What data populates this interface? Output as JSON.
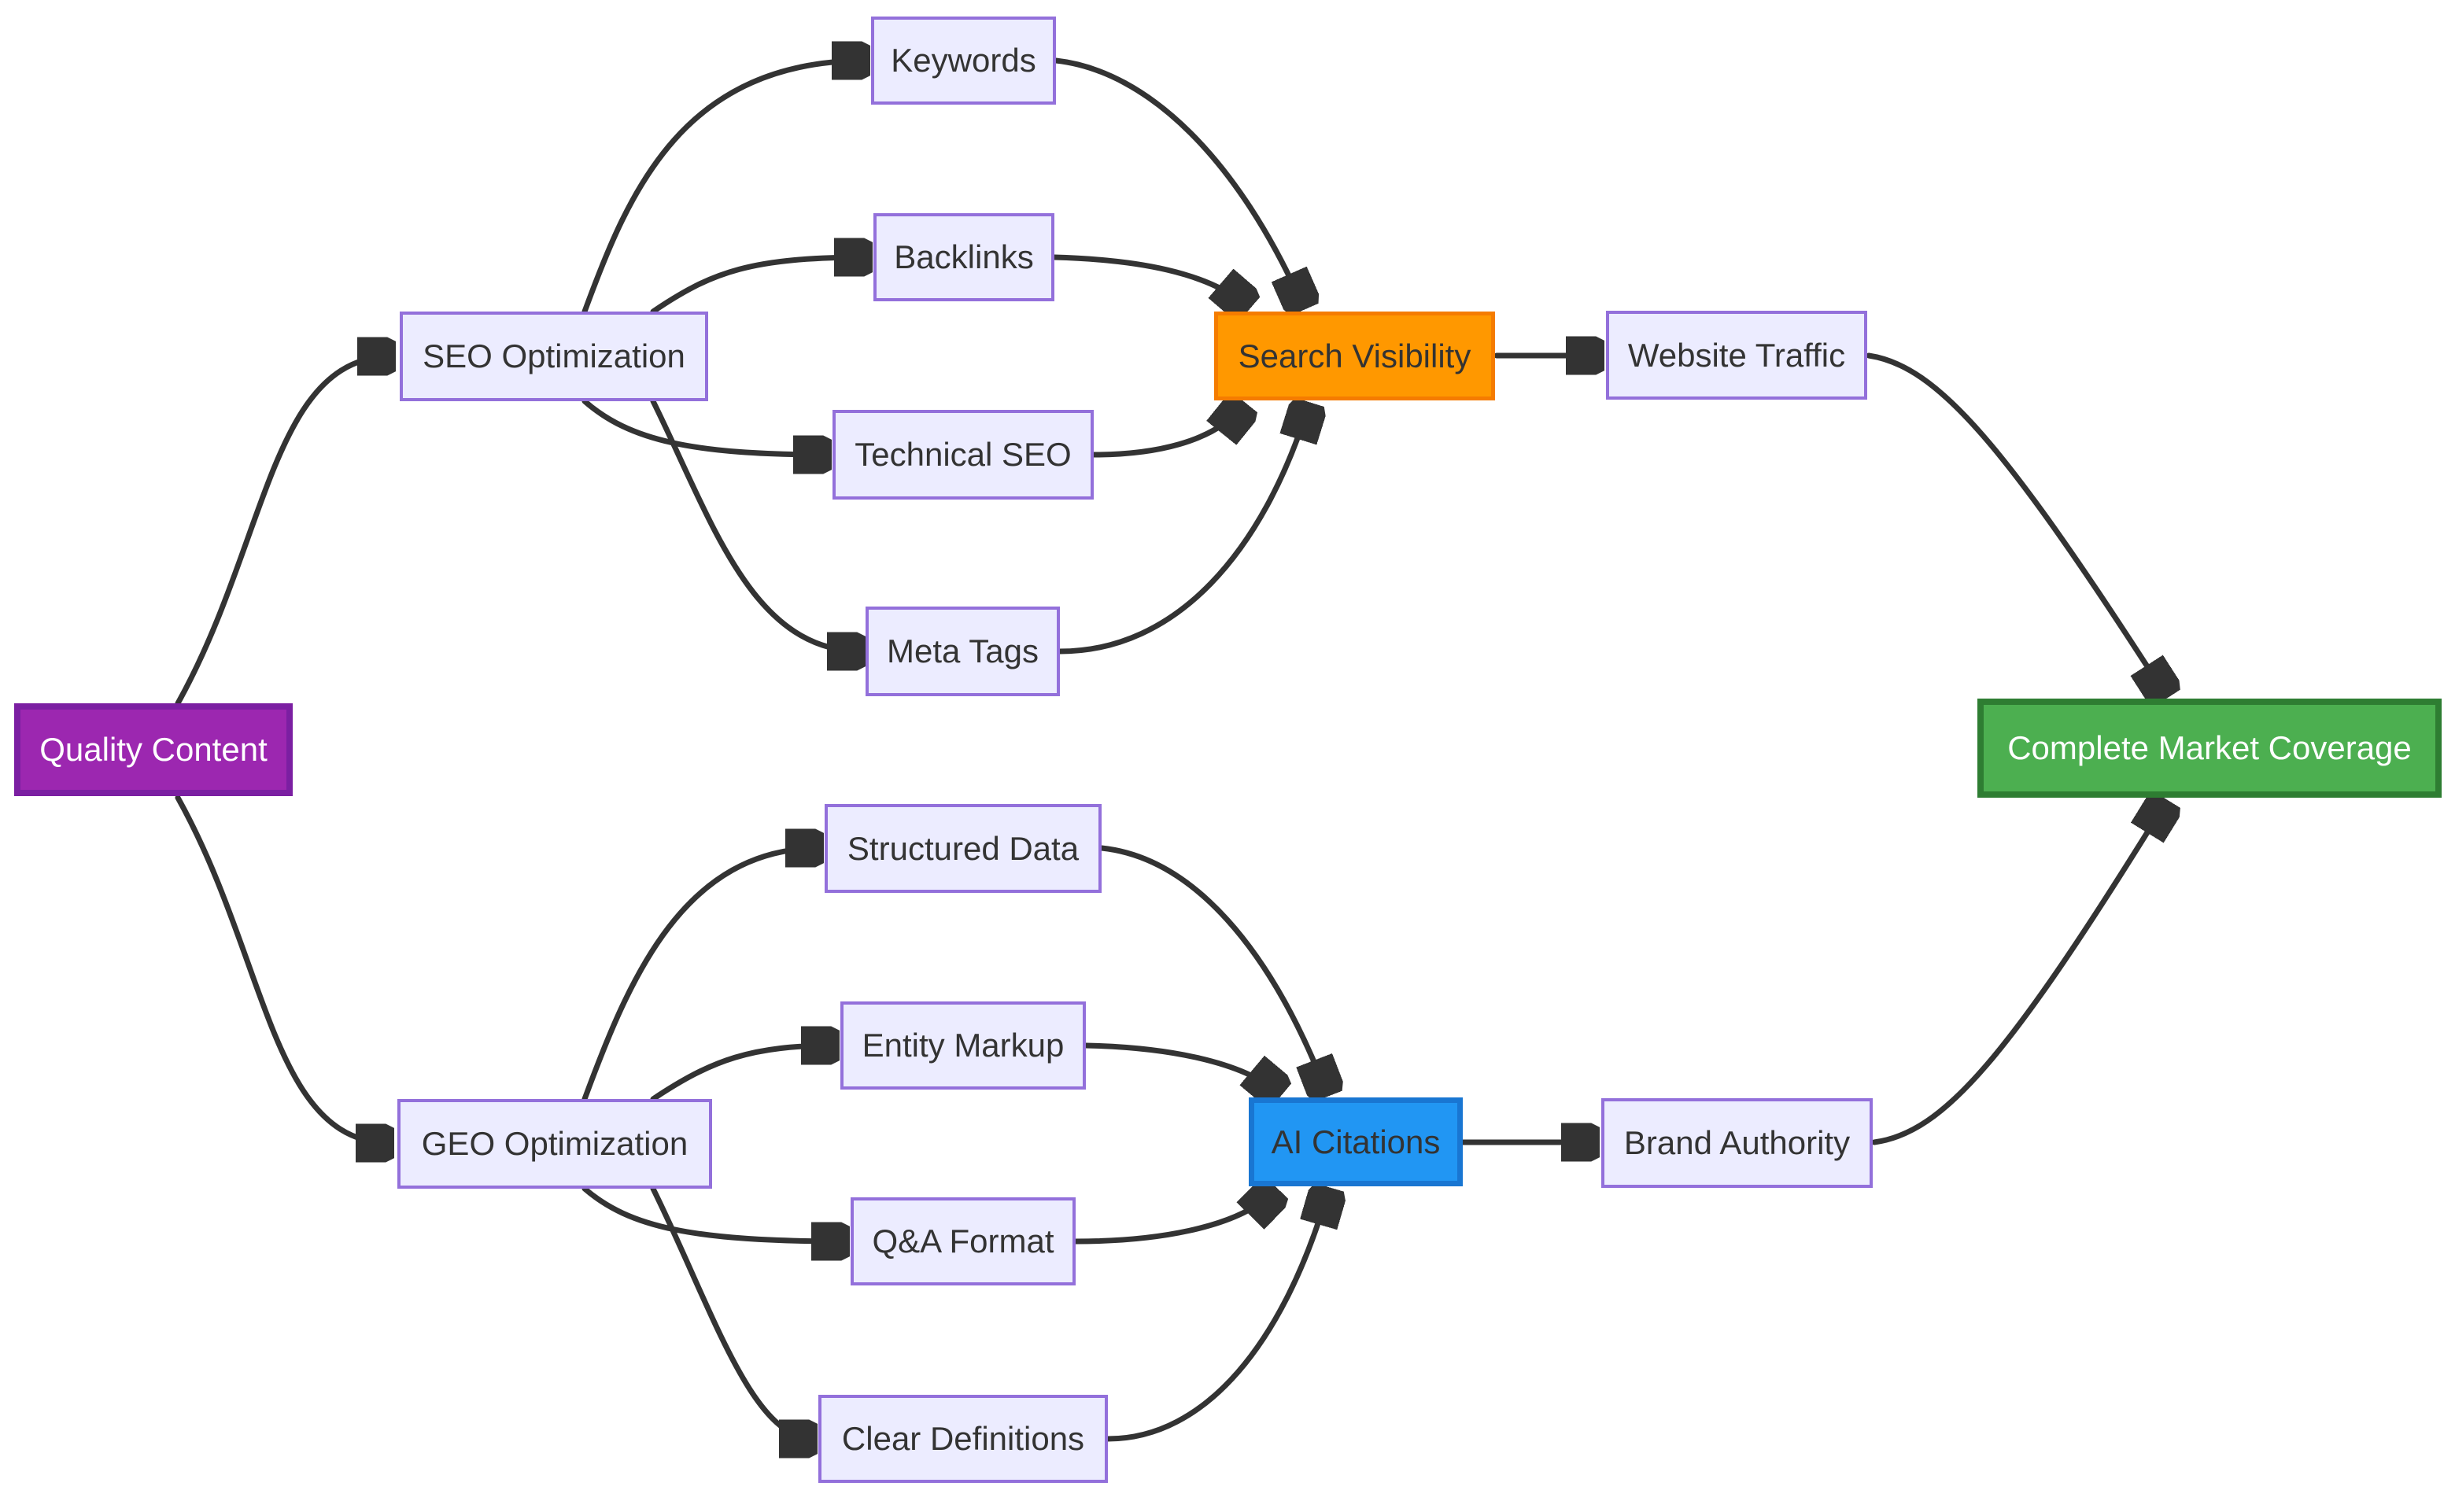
{
  "diagram": {
    "type": "flowchart-LR",
    "nodes": {
      "quality_content": {
        "label": "Quality Content"
      },
      "seo_optimization": {
        "label": "SEO Optimization"
      },
      "geo_optimization": {
        "label": "GEO Optimization"
      },
      "keywords": {
        "label": "Keywords"
      },
      "backlinks": {
        "label": "Backlinks"
      },
      "technical_seo": {
        "label": "Technical SEO"
      },
      "meta_tags": {
        "label": "Meta Tags"
      },
      "search_visibility": {
        "label": "Search Visibility"
      },
      "website_traffic": {
        "label": "Website Traffic"
      },
      "structured_data": {
        "label": "Structured Data"
      },
      "entity_markup": {
        "label": "Entity Markup"
      },
      "qa_format": {
        "label": "Q&A Format"
      },
      "clear_definitions": {
        "label": "Clear Definitions"
      },
      "ai_citations": {
        "label": "AI Citations"
      },
      "brand_authority": {
        "label": "Brand Authority"
      },
      "complete_market_coverage": {
        "label": "Complete Market Coverage"
      }
    },
    "edges": [
      {
        "from": "quality_content",
        "to": "seo_optimization"
      },
      {
        "from": "quality_content",
        "to": "geo_optimization"
      },
      {
        "from": "seo_optimization",
        "to": "keywords"
      },
      {
        "from": "seo_optimization",
        "to": "backlinks"
      },
      {
        "from": "seo_optimization",
        "to": "technical_seo"
      },
      {
        "from": "seo_optimization",
        "to": "meta_tags"
      },
      {
        "from": "keywords",
        "to": "search_visibility"
      },
      {
        "from": "backlinks",
        "to": "search_visibility"
      },
      {
        "from": "technical_seo",
        "to": "search_visibility"
      },
      {
        "from": "meta_tags",
        "to": "search_visibility"
      },
      {
        "from": "search_visibility",
        "to": "website_traffic"
      },
      {
        "from": "website_traffic",
        "to": "complete_market_coverage"
      },
      {
        "from": "geo_optimization",
        "to": "structured_data"
      },
      {
        "from": "geo_optimization",
        "to": "entity_markup"
      },
      {
        "from": "geo_optimization",
        "to": "qa_format"
      },
      {
        "from": "geo_optimization",
        "to": "clear_definitions"
      },
      {
        "from": "structured_data",
        "to": "ai_citations"
      },
      {
        "from": "entity_markup",
        "to": "ai_citations"
      },
      {
        "from": "qa_format",
        "to": "ai_citations"
      },
      {
        "from": "clear_definitions",
        "to": "ai_citations"
      },
      {
        "from": "ai_citations",
        "to": "brand_authority"
      },
      {
        "from": "brand_authority",
        "to": "complete_market_coverage"
      }
    ],
    "colors": {
      "default_node_fill": "#ECECFF",
      "default_node_border": "#9370DB",
      "default_text": "#333333",
      "edge": "#333333",
      "quality_content_fill": "#9C27B0",
      "quality_content_border": "#7B1FA2",
      "search_visibility_fill": "#FF9800",
      "search_visibility_border": "#F57C00",
      "ai_citations_fill": "#2196F3",
      "ai_citations_border": "#1976D2",
      "complete_market_coverage_fill": "#4CAF50",
      "complete_market_coverage_border": "#2E7D32",
      "light_text": "#ffffff"
    }
  }
}
